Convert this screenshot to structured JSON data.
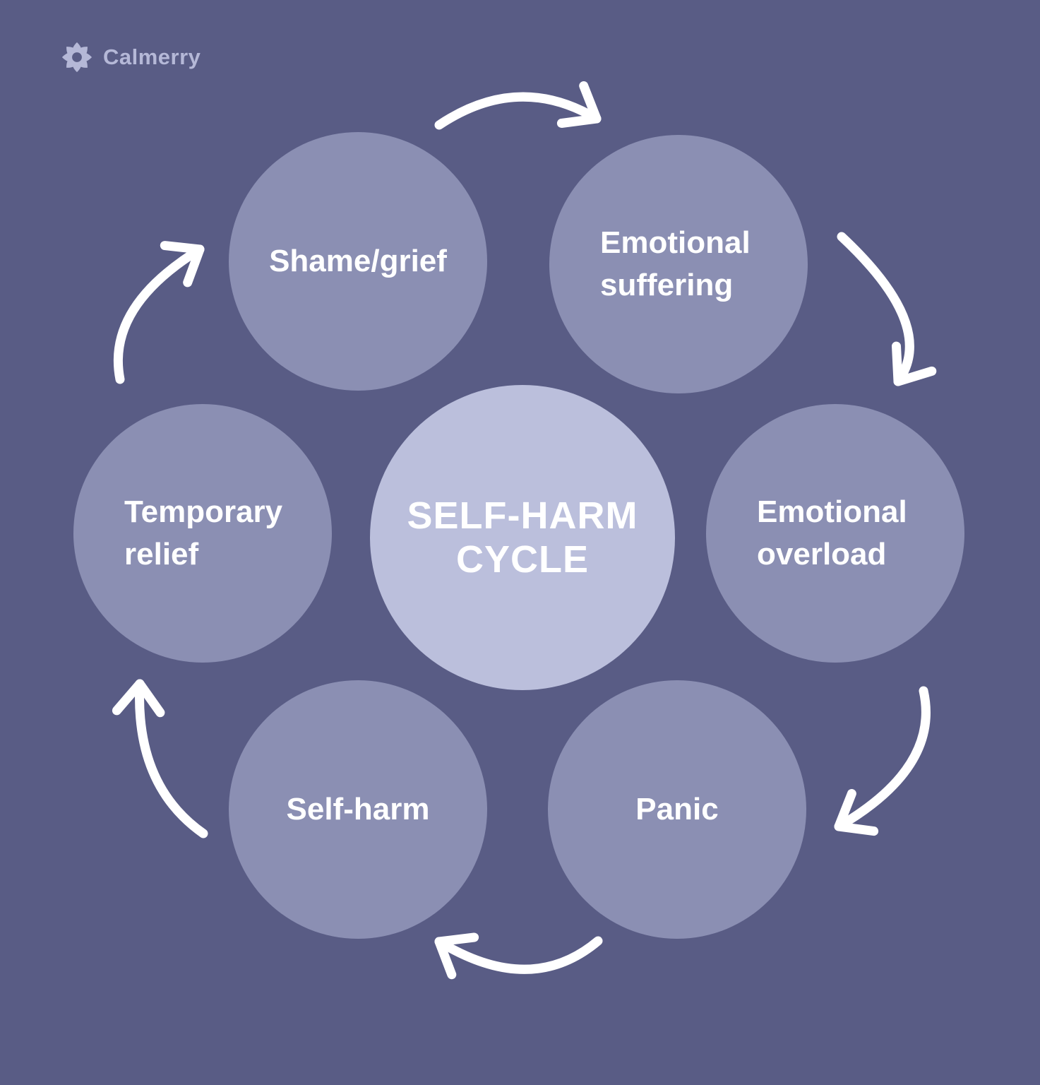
{
  "logo": {
    "brand": "Calmerry",
    "icon": "flower-icon",
    "color": "#b5b8d7"
  },
  "center": {
    "label": "SELF-HARM\nCYCLE"
  },
  "cycle": {
    "direction": "clockwise",
    "steps": [
      {
        "label": "Shame/grief"
      },
      {
        "label": "Emotional\nsuffering"
      },
      {
        "label": "Emotional\noverload"
      },
      {
        "label": "Panic"
      },
      {
        "label": "Self-harm"
      },
      {
        "label": "Temporary\nrelief"
      }
    ],
    "connections": [
      {
        "from": "Shame/grief",
        "to": "Emotional suffering"
      },
      {
        "from": "Emotional suffering",
        "to": "Emotional overload"
      },
      {
        "from": "Emotional overload",
        "to": "Panic"
      },
      {
        "from": "Panic",
        "to": "Self-harm"
      },
      {
        "from": "Self-harm",
        "to": "Temporary relief"
      },
      {
        "from": "Temporary relief",
        "to": "Shame/grief"
      }
    ]
  },
  "colors": {
    "background": "#595c85",
    "satellite_circle": "#8b8fb3",
    "center_circle": "#bbbfdc",
    "text": "#ffffff",
    "arrow": "#ffffff"
  }
}
